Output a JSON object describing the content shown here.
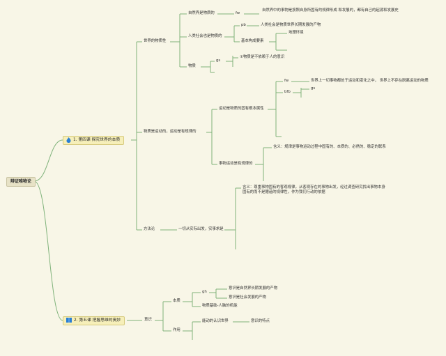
{
  "root": "辩证唯物论",
  "lesson4": {
    "title": "1. 第四课 探究世界的本质",
    "icon": "flame-icon",
    "world_material": {
      "label": "世界的物质性",
      "nature": {
        "label": "自然界是物质的",
        "tag": "fw",
        "text": "自然界中的事物是按照自身所固有的规律形成 和发展的，都有自己的起源和发展史"
      },
      "society": {
        "label": "人类社会也是物质的",
        "tag": "pb",
        "text": "人类社会是物质世界长期发展的产物",
        "elements": {
          "label": "基本构成要素",
          "item": "地理环境"
        }
      },
      "matter": {
        "label": "物质",
        "tag": "gs",
        "text": "①物质是不依赖于人的意识"
      }
    },
    "motion": {
      "label": "物质是运动的，运动是有规律的",
      "attribute": {
        "label": "运动是物质的固有根本属性",
        "tag1": "fw",
        "text1": "世界上一切事物都处于运动和变化之中， 世界上不存在脱离运动的物质",
        "tag2": "bfb",
        "tag3": "gs"
      },
      "law": {
        "label": "事物运动是有规律的",
        "text": "含义：规律是事物运动过程中固有的、本质的、必然的、稳定的联系"
      }
    },
    "methodology": {
      "label": "方法论",
      "principle": "一切从实际出发，实事求是",
      "text": "含义：尊重事物固有的客观规律，从客观存在的事物出发，经过调查研究找出事物本身固有的而不是臆造的规律性，作为我们行动的依据"
    }
  },
  "lesson5": {
    "title": "2. 第五课 把握思维的奥妙",
    "icon": "book-icon",
    "consciousness": {
      "label": "意识",
      "essence": {
        "label": "本质",
        "tag": "gh",
        "item1": "意识是自然界长期发展的产物",
        "item2": "意识是社会发展的产物",
        "item3": "物质基础-人脑的机能"
      },
      "role": {
        "label": "作用",
        "item": "能动的认识世界",
        "sub": "意识的特点"
      }
    }
  }
}
